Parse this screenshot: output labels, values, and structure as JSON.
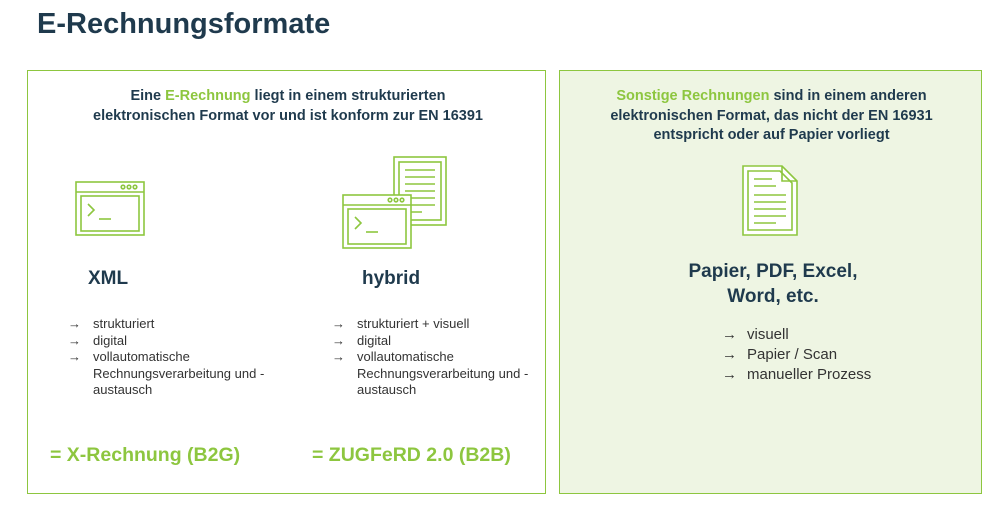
{
  "page": {
    "title": "E-Rechnungsformate"
  },
  "left": {
    "intro": {
      "prefix": "Eine ",
      "highlight": "E-Rechnung",
      "suffix": " liegt in einem strukturierten elektronischen Format vor und ist konform zur EN 16391"
    },
    "formats": [
      {
        "name": "XML",
        "icon": "terminal-window-icon",
        "items": [
          "strukturiert",
          "digital",
          "vollautomatische Rechnungsverarbeitung und -austausch"
        ],
        "result": "= X-Rechnung (B2G)"
      },
      {
        "name": "hybrid",
        "icon": "terminal-with-document-icon",
        "items": [
          "strukturiert + visuell",
          "digital",
          "vollautomatische Rechnungsverarbeitung und -austausch"
        ],
        "result": "= ZUGFeRD 2.0 (B2B)"
      }
    ]
  },
  "right": {
    "intro": {
      "highlight": "Sonstige Rechnungen",
      "suffix": " sind in einem anderen elektronischen Format, das nicht der EN 16931 entspricht oder auf Papier vorliegt"
    },
    "icon": "paper-document-icon",
    "title": "Papier, PDF, Excel, Word, etc.",
    "items": [
      "visuell",
      "Papier / Scan",
      "manueller Prozess"
    ]
  },
  "arrow_glyph": "→",
  "colors": {
    "accent": "#8dc63f",
    "navy": "#1f3a4d",
    "right_panel_bg": "#eef5e3"
  }
}
